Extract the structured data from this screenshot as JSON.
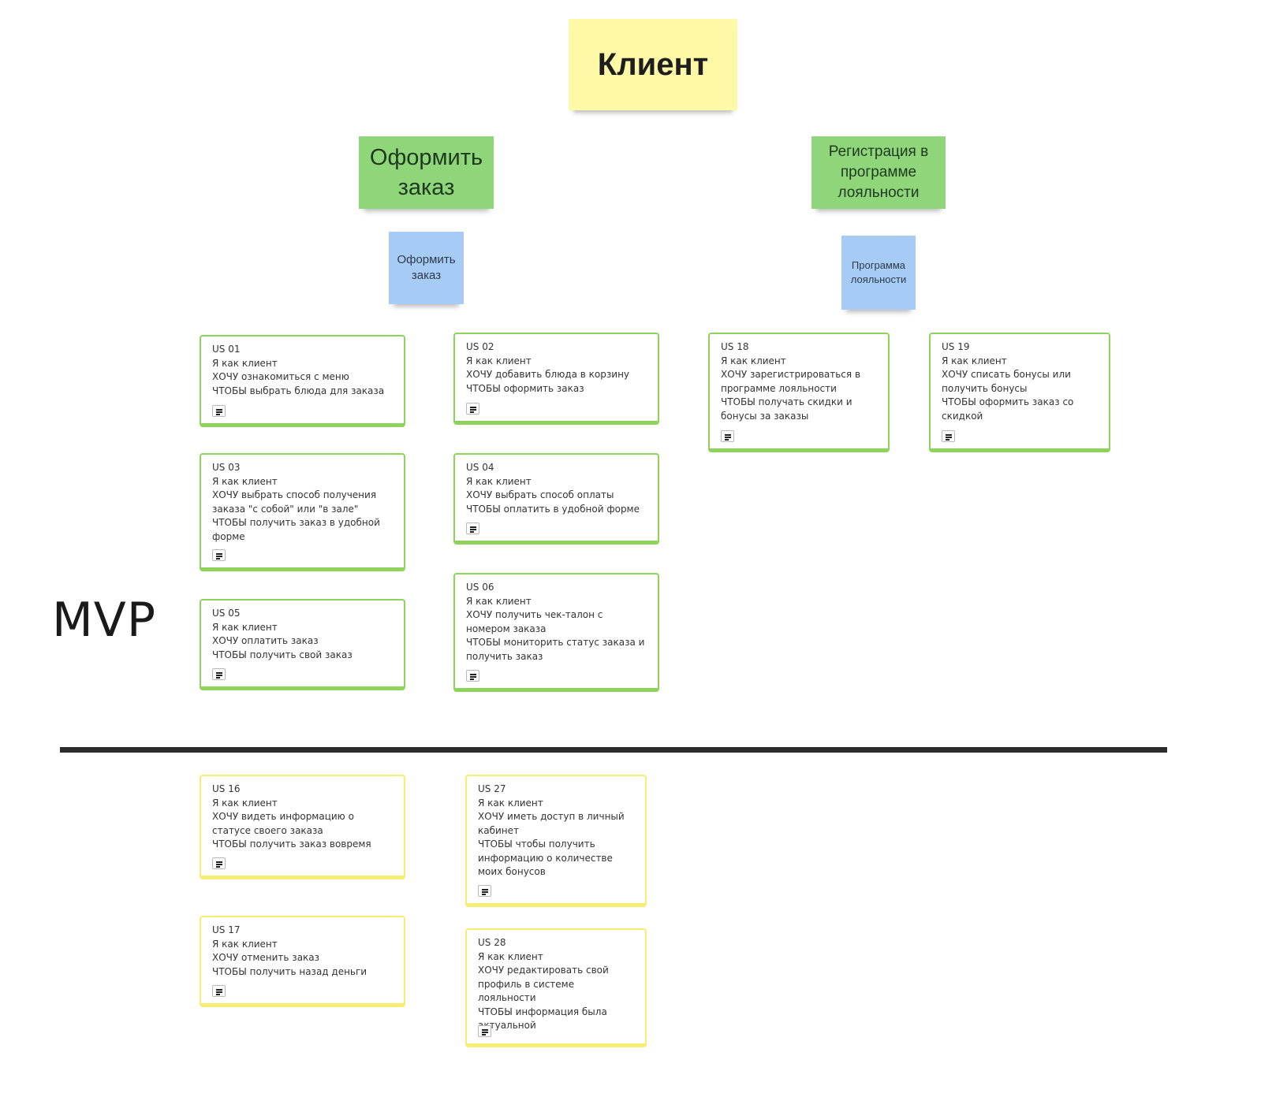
{
  "stickies": {
    "client": "Клиент",
    "place_order_activity": "Оформить\nзаказ",
    "loyalty_activity": "Регистрация в\nпрограмме\nлояльности",
    "place_order_epic": "Оформить\nзаказ",
    "loyalty_epic": "Программа\nлояльности"
  },
  "mvp_label": "MVP",
  "cards": [
    {
      "id": "US 01",
      "lines": [
        "Я как клиент",
        "ХОЧУ ознакомиться с меню",
        "ЧТОБЫ выбрать блюда для заказа"
      ]
    },
    {
      "id": "US 02",
      "lines": [
        "Я как клиент",
        "ХОЧУ добавить блюда в корзину",
        "ЧТОБЫ оформить заказ"
      ]
    },
    {
      "id": "US 18",
      "lines": [
        "Я как клиент",
        "ХОЧУ зарегистрироваться в программе лояльности",
        "ЧТОБЫ получать скидки и бонусы за заказы"
      ]
    },
    {
      "id": "US 19",
      "lines": [
        "Я как клиент",
        "ХОЧУ списать бонусы или получить бонусы",
        "ЧТОБЫ оформить заказ со скидкой"
      ]
    },
    {
      "id": "US 03",
      "lines": [
        "Я как клиент",
        "ХОЧУ выбрать способ получения заказа \"с собой\" или \"в зале\"",
        "ЧТОБЫ получить заказ в удобной форме"
      ]
    },
    {
      "id": "US 04",
      "lines": [
        "Я как клиент",
        "ХОЧУ выбрать способ оплаты",
        "ЧТОБЫ оплатить в удобной форме"
      ]
    },
    {
      "id": "US 05",
      "lines": [
        "Я как клиент",
        "ХОЧУ оплатить заказ",
        "ЧТОБЫ получить свой заказ"
      ]
    },
    {
      "id": "US 06",
      "lines": [
        "Я как клиент",
        "ХОЧУ получить чек-талон с номером заказа",
        "ЧТОБЫ мониторить статус заказа и получить заказ"
      ]
    },
    {
      "id": "US 16",
      "lines": [
        "Я как клиент",
        "ХОЧУ видеть информацию о статусе своего заказа",
        "ЧТОБЫ получить заказ вовремя"
      ]
    },
    {
      "id": "US 27",
      "lines": [
        "Я как клиент",
        "ХОЧУ иметь доступ в личный кабинет",
        "ЧТОБЫ чтобы получить информацию о количестве моих бонусов"
      ]
    },
    {
      "id": "US 17",
      "lines": [
        "Я как клиент",
        "ХОЧУ отменить заказ",
        "ЧТОБЫ получить назад деньги"
      ]
    },
    {
      "id": "US 28",
      "lines": [
        "Я как клиент",
        "ХОЧУ редактировать свой профиль в системе лояльности",
        "ЧТОБЫ информация была актуальной"
      ]
    }
  ],
  "icons": {
    "card_note": "notes-icon"
  },
  "colors": {
    "yellow_sticky": "#fef9a7",
    "green_sticky": "#8fd67a",
    "blue_sticky": "#a6ccf5",
    "mvp_card_border": "#8fd35b",
    "backlog_card_border": "#f5ee73",
    "divider": "#2b2b2b"
  }
}
